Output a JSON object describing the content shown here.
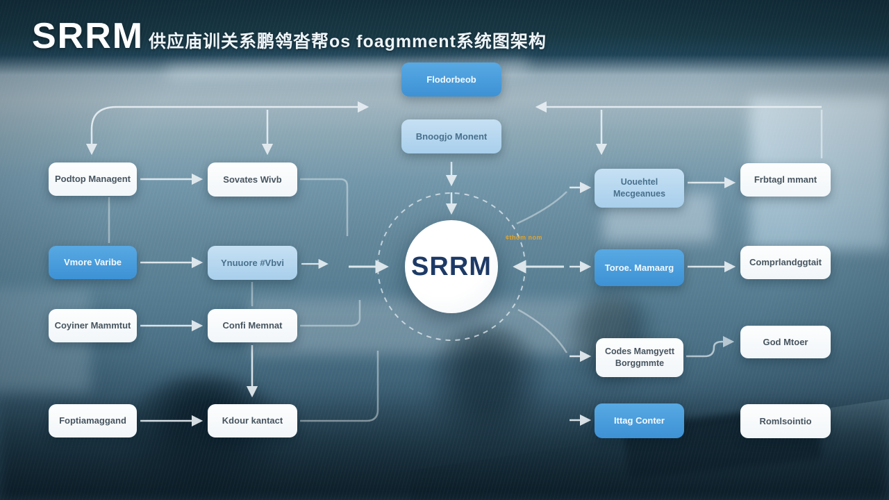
{
  "header": {
    "logo": "SRRM",
    "title": "供应庙训关系鹏鸰沓帮os foagmment系统图架构"
  },
  "center": {
    "label": "SRRM",
    "annotation": "¢thom nom"
  },
  "nodes": {
    "top1": {
      "label": "Flodorbeob"
    },
    "top2": {
      "label": "Bnoogjo Monent"
    },
    "l1": {
      "label": "Podtop Managent"
    },
    "l2": {
      "label": "Vmore Varibe"
    },
    "l3": {
      "label": "Coyiner Mammtut"
    },
    "l4": {
      "label": "Foptiamaggand"
    },
    "m1": {
      "label": "Sovates Wivb"
    },
    "m2": {
      "label": "Ynuuore #Vbvi"
    },
    "m3": {
      "label": "Confi Memnat"
    },
    "m4": {
      "label": "Kdour kantact"
    },
    "r1": {
      "label": "Uouehtel",
      "label2": "Mecgeanues"
    },
    "r2": {
      "label": "Toroe. Mamaarg"
    },
    "r3": {
      "label": "Codes Mamgyett",
      "label2": "Borggmmte"
    },
    "r4": {
      "label": "Ittag Conter"
    },
    "e1": {
      "label": "Frbtagl mmant"
    },
    "e2": {
      "label": "Comprlandggtait"
    },
    "e3": {
      "label": "God Mtoer"
    },
    "e4": {
      "label": "Romlsointio"
    }
  },
  "colors": {
    "accent_blue": "#459ddc",
    "light_blue": "#b7d9f1",
    "node_white": "#f8fbfc",
    "navy_text": "#1d3a66",
    "arrow": "#e9eff4",
    "annotation_orange": "#e2a42a"
  }
}
